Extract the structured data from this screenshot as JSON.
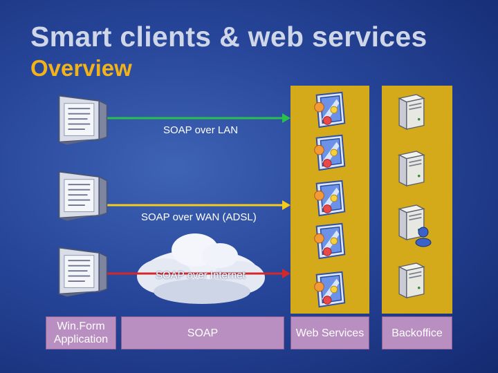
{
  "header": {
    "title": "Smart clients & web services",
    "subtitle": "Overview"
  },
  "connections": [
    {
      "label": "SOAP over LAN",
      "color": "#28c24a"
    },
    {
      "label": "SOAP over WAN (ADSL)",
      "color": "#f5cc1a"
    },
    {
      "label": "SOAP over Internet",
      "color": "#d42828"
    }
  ],
  "columns": {
    "client_label": "Win.Form\nApplication",
    "protocol_label": "SOAP",
    "webservices_label": "Web Services",
    "backoffice_label": "Backoffice"
  },
  "icons": {
    "client": "monitor-icon",
    "web_service": "web-service-icon",
    "server": "server-icon",
    "cloud": "cloud-icon"
  },
  "colors": {
    "background": "#27469a",
    "title": "#cfd6e8",
    "subtitle": "#f2b21a",
    "panel": "#d4aa1a",
    "label_box": "#b98ec0"
  }
}
